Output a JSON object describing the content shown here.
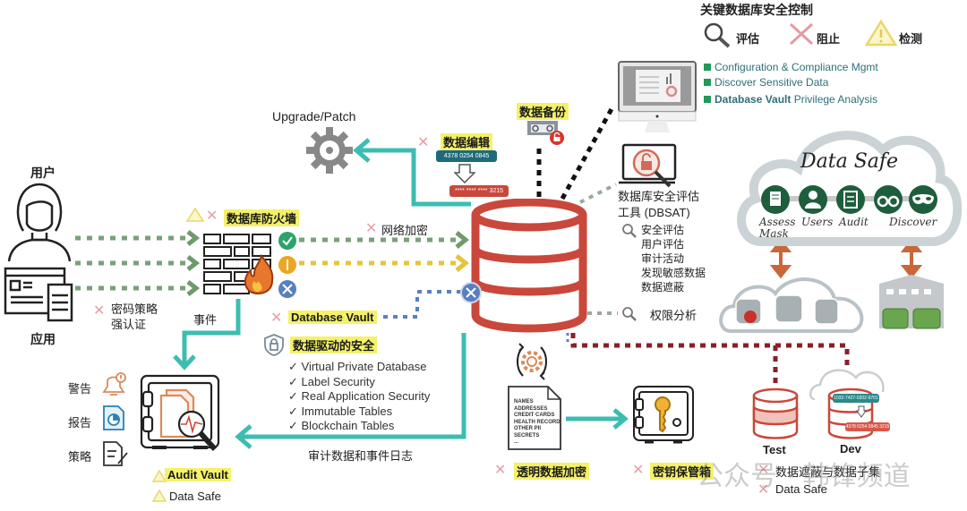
{
  "legend": {
    "title": "关键数据库安全控制",
    "items": [
      {
        "icon": "magnifier-icon",
        "label": "评估"
      },
      {
        "icon": "x-icon",
        "label": "阻止"
      },
      {
        "icon": "warning-icon",
        "label": "检测"
      }
    ]
  },
  "actors": {
    "user": "用户",
    "app": "应用"
  },
  "auth": {
    "line1": "密码策略",
    "line2": "强认证"
  },
  "firewall": {
    "title": "数据库防火墙",
    "events": "事件"
  },
  "network_encryption": "网络加密",
  "upgrade": "Upgrade/Patch",
  "redaction": {
    "title": "数据编辑",
    "before": "4378 0254 0845 3215",
    "after": "**** **** **** 3215"
  },
  "backup": "数据备份",
  "console": {
    "items": [
      {
        "bold": "",
        "text": "Configuration & Compliance Mgmt"
      },
      {
        "bold": "",
        "text": "Discover Sensitive Data"
      },
      {
        "bold": "Database Vault",
        "text": " Privilege Analysis"
      }
    ]
  },
  "dbsat": {
    "title1": "数据库安全评估",
    "title2": "工具 (DBSAT)",
    "items": [
      "安全评估",
      "用户评估",
      "审计活动",
      "发现敏感数据",
      "数据遮蔽"
    ]
  },
  "privilege_analysis": "权限分析",
  "data_safe": {
    "title": "Data Safe",
    "features": [
      "Assess",
      "Users",
      "Audit",
      "Discover"
    ],
    "mask": "Mask"
  },
  "database_vault": "Database Vault",
  "data_driven": {
    "title": "数据驱动的安全",
    "items": [
      "Virtual Private Database",
      "Label Security",
      "Real Application Security",
      "Immutable Tables",
      "Blockchain Tables"
    ]
  },
  "audit_log": "审计数据和事件日志",
  "audit_vault": {
    "side": [
      "警告",
      "报告",
      "策略"
    ],
    "label1": "Audit Vault",
    "label2": "Data Safe"
  },
  "tde": {
    "doc": [
      "NAMES",
      "ADDRESSES",
      "CREDIT CARDS",
      "HEALTH RECORD",
      "OTHER PII",
      "SECRETS",
      "..."
    ],
    "label": "透明数据加密"
  },
  "key_vault": "密钥保管箱",
  "nonprod": {
    "test": "Test",
    "dev": "Dev",
    "dev_card_top": "1032-7427-0202-9701",
    "dev_card_bottom": "4378 0254 0845 3215",
    "label1": "数据遮蔽与数据子集",
    "label2": "Data Safe"
  },
  "watermark": "公众号 · 韩锋频道",
  "colors": {
    "db_red": "#c9483b",
    "teal": "#3dbdb2",
    "green_dot": "#6f9a6a",
    "yellow_dot": "#e6c43a",
    "blue_dot": "#5a7fbf",
    "highlight": "#f4f16a",
    "ds_green": "#1e5e3d"
  }
}
